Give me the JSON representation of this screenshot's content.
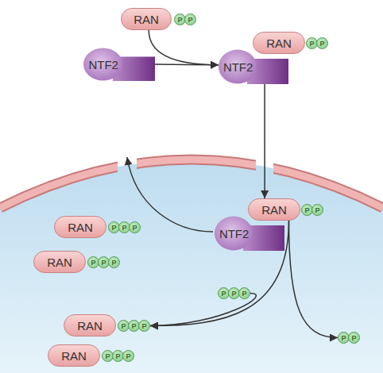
{
  "diagram": {
    "nodes": [
      {
        "text": [
          "RAN"
        ]
      },
      {
        "text": [
          "P"
        ]
      },
      {
        "text": [
          "P"
        ]
      },
      {
        "text": [
          "NTF2"
        ]
      },
      {
        "text": [
          "NTF2"
        ]
      },
      {
        "text": [
          "RAN"
        ]
      },
      {
        "text": [
          "P"
        ]
      },
      {
        "text": [
          "P"
        ]
      },
      {
        "text": [
          "NTF2"
        ]
      },
      {
        "text": [
          "RAN"
        ]
      },
      {
        "text": [
          "P"
        ]
      },
      {
        "text": [
          "P"
        ]
      },
      {
        "text": [
          "RAN"
        ]
      },
      {
        "text": [
          "P"
        ]
      },
      {
        "text": [
          "P"
        ]
      },
      {
        "text": [
          "P"
        ]
      },
      {
        "text": [
          "RAN"
        ]
      },
      {
        "text": [
          "P"
        ]
      },
      {
        "text": [
          "P"
        ]
      },
      {
        "text": [
          "P"
        ]
      },
      {
        "text": [
          "P"
        ]
      },
      {
        "text": [
          "P"
        ]
      },
      {
        "text": [
          "P"
        ]
      },
      {
        "text": [
          "RAN"
        ]
      },
      {
        "text": [
          "P"
        ]
      },
      {
        "text": [
          "P"
        ]
      },
      {
        "text": [
          "P"
        ]
      },
      {
        "text": [
          "P"
        ]
      },
      {
        "text": [
          "P"
        ]
      },
      {
        "text": [
          "RAN"
        ]
      },
      {
        "text": [
          "P"
        ]
      },
      {
        "text": [
          "P"
        ]
      },
      {
        "text": [
          "P"
        ]
      }
    ],
    "edges": [
      {
        "from": 0,
        "to": 4,
        "arrow": "to"
      },
      {
        "from": 3,
        "to": 4,
        "arrow": "to"
      },
      {
        "from": 4,
        "to": 9,
        "arrow": "to"
      },
      {
        "from": 9,
        "to": 26,
        "arrow": "to"
      },
      {
        "from": 9,
        "to": 27,
        "arrow": "to"
      },
      {
        "from": 22,
        "to": 26,
        "arrow": "to"
      }
    ]
  }
}
